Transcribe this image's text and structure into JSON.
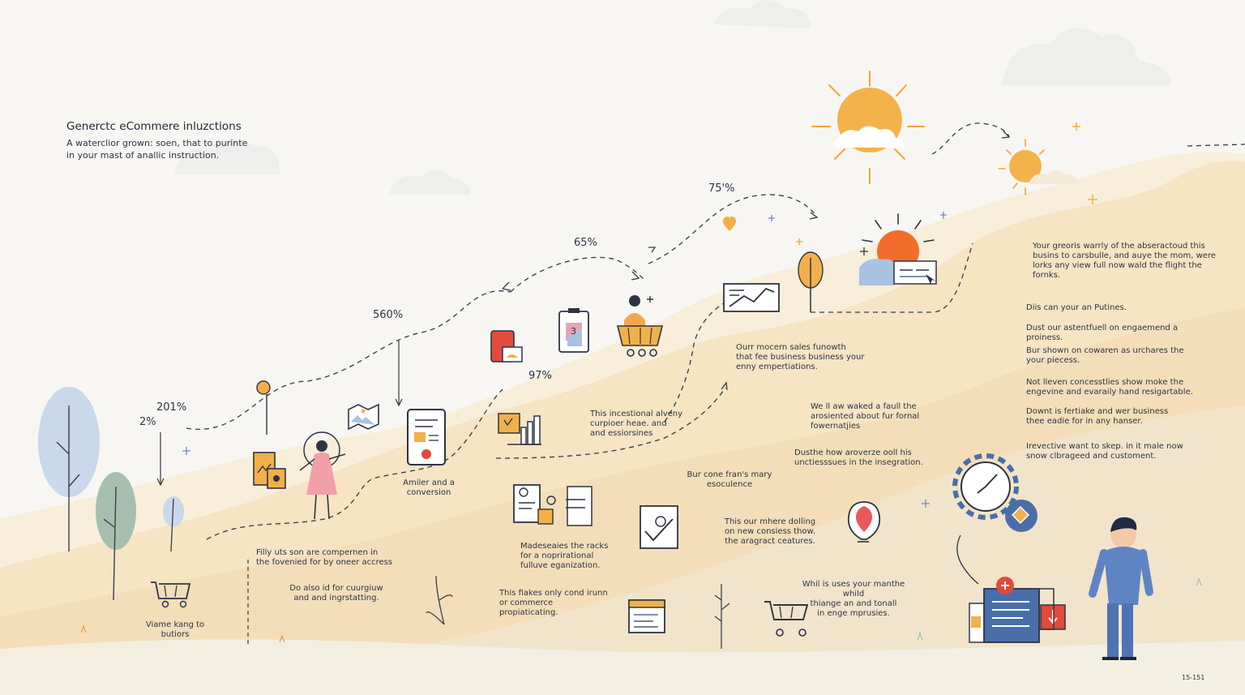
{
  "header": {
    "title": "Generctc eCommere inluzctions",
    "subtitle": "A watercl​ior grown: soen, that to purinte\nin your mast of anallic instruction."
  },
  "percent_labels": [
    "2%",
    "201%",
    "560%",
    "65%",
    "75'%",
    "97%"
  ],
  "notes": {
    "amiler": "Amiler and a\nconversion",
    "incestional": "This incestional alveny\ncurpioer heae. and\nand essiorsines",
    "modern": "Ourr mocern sales funowth\nthat fee business business your\nenny empertiations.",
    "welaw": "We ll aw waked a faull the\narosiented about fur fornal\nfowernatjies",
    "dusthe": "Dusthe how aroverze ooll his\nunctiesssues in the insegration.",
    "burcone": "Bur cone fran's mary\nesoculence",
    "fillyuts": "Filly uts son are compernen in\nthe fovenied for by oneer accress",
    "doalso": "Do also id for cuurgiuw\nand and ingrstatting.",
    "viame": "Viame kang to\nbutiors",
    "madeseaies": "Madeseaies the racks\nfor a noprirational\nfulluve eganization.",
    "fiakes": "This fiakes only cond irunn\nor commerce\npropiaticating.",
    "ourwhere": "This our mhere dolling\non new consiess thow.\nthe aragract ceatures.",
    "whilis": "Whil is uses your manthe whild\nthiange an and tonall\nin enge mprusies.",
    "right1": "Your greoris warrly of the abseractoud this\nbusins to carsbulle, and auye the mom, were\nlorks any view full now wald the flight the\nfornks.",
    "right2": "Diis can your an Putines.",
    "right3": "Dust our astentfuell on engaemend a\nproiness.",
    "right4": "Bur shown on cowaren as urchares the\nyour piecess.",
    "right5": "Not lleven concesstlies show moke the\nengevine and evaraily hand resigartable.",
    "right6": "Downt is fertiake and wer business\nthee eadie for in any hanser.",
    "right7": "Irevective want to skep. in it male now\nsnow clbrageed and customent."
  },
  "footer": {
    "page": "15-151"
  },
  "colors": {
    "background": "#f7f6f3",
    "hill_yellow": "#f6e7c5",
    "hill_orange": "#f3d2a6",
    "sun": "#f6b24a",
    "sun_red": "#f26d2c",
    "accent_blue": "#4a6fa8",
    "accent_red": "#e24a3b",
    "ink": "#2e3442"
  },
  "icons": [
    "shopping-cart-icon",
    "sun-icon",
    "cloud-icon",
    "tree-icon",
    "person-icon",
    "chart-icon",
    "clock-gear-icon",
    "lightbulb-icon",
    "document-icon",
    "heart-icon",
    "sparkle-icon",
    "image-icon"
  ]
}
